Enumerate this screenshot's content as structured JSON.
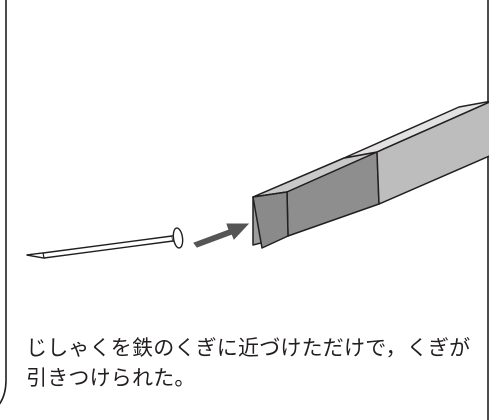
{
  "caption": "じしゃくを鉄のくぎに近づけただけで，くぎが引きつけられた。",
  "colors": {
    "outline": "#231f20",
    "magnet_top_left": "#c9c9c9",
    "magnet_top_right": "#e2e2e2",
    "magnet_front_left": "#8e8e8e",
    "magnet_front_right": "#bdbdbd",
    "magnet_end": "#9d9d9d",
    "arrow": "#555555",
    "nail": "#ffffff"
  },
  "icons": {
    "object_1": "iron-nail",
    "object_2": "magnet-bar",
    "connector": "right-arrow"
  }
}
